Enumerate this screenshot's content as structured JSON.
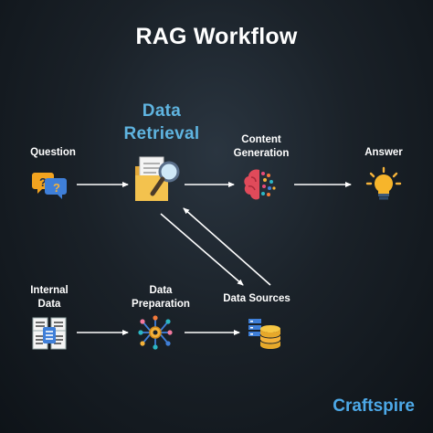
{
  "title": "RAG Workflow",
  "nodes": {
    "question": "Question",
    "data_retrieval": [
      "Data",
      "Retrieval"
    ],
    "content_generation": [
      "Content",
      "Generation"
    ],
    "answer": "Answer",
    "internal_data": [
      "Internal",
      "Data"
    ],
    "data_preparation": [
      "Data",
      "Preparation"
    ],
    "data_sources": "Data Sources"
  },
  "icons": {
    "question": "question-bubbles-icon",
    "data_retrieval": "folder-search-icon",
    "content_generation": "brain-icon",
    "answer": "lightbulb-icon",
    "internal_data": "documents-icon",
    "data_preparation": "processing-network-icon",
    "data_sources": "database-icon"
  },
  "brand": "Craftspire",
  "colors": {
    "accent": "#5fb4e0",
    "brand": "#4da9e8",
    "background": "#1a2128"
  }
}
